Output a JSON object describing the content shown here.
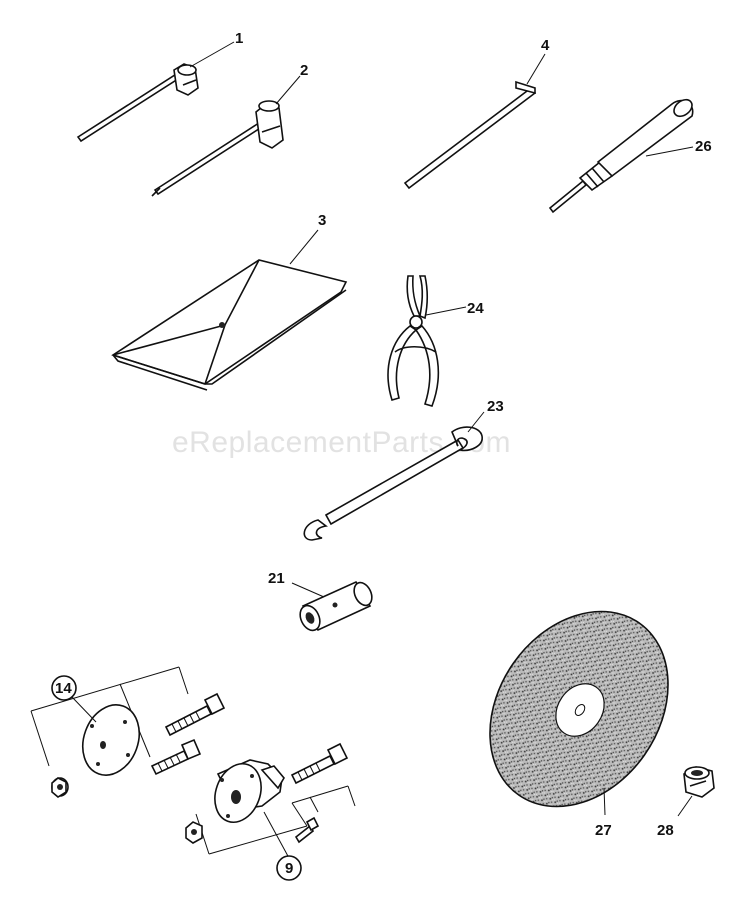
{
  "watermark": "eReplacementParts.com",
  "callouts": {
    "p1": "1",
    "p2": "2",
    "p3": "3",
    "p4": "4",
    "p9": "9",
    "p14": "14",
    "p21": "21",
    "p23": "23",
    "p24": "24",
    "p26": "26",
    "p27": "27",
    "p28": "28"
  }
}
